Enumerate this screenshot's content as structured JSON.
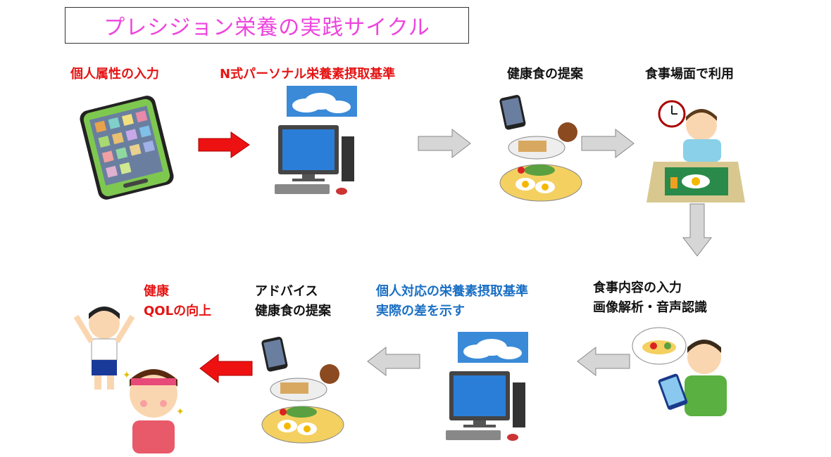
{
  "title": "プレシジョン栄養の実践サイクル",
  "steps": {
    "input": {
      "label": "個人属性の入力"
    },
    "standard": {
      "label": "N式パーソナル栄養素摂取基準"
    },
    "proposal": {
      "label": "健康食の提案"
    },
    "use": {
      "label": "食事場面で利用"
    },
    "record": {
      "line1": "食事内容の入力",
      "line2": "画像解析・音声認識"
    },
    "diff": {
      "line1": "個人対応の栄養素摂取基準",
      "line2": "実際の差を示す"
    },
    "advice": {
      "line1": "アドバイス",
      "line2": "健康食の提案"
    },
    "outcome": {
      "line1": "健康",
      "line2": "QOLの向上"
    }
  },
  "colors": {
    "title": "#ee44dd",
    "red_text": "#e51414",
    "blue_text": "#1a6fc4",
    "red_arrow": "#ee1111",
    "gray_arrow": "#d6d6d6"
  }
}
